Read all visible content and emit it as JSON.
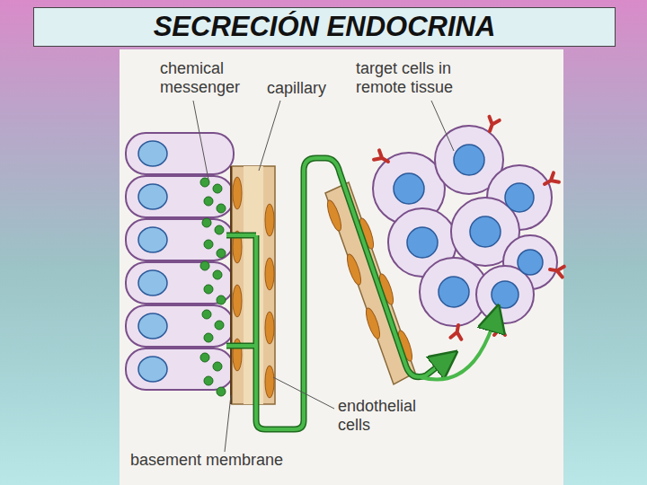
{
  "diagram": {
    "title": "SECRECIÓN ENDOCRINA",
    "labels": [
      "chemical messenger",
      "capillary",
      "target cells in remote tissue",
      "endothelial cells",
      "basement membrane"
    ]
  }
}
